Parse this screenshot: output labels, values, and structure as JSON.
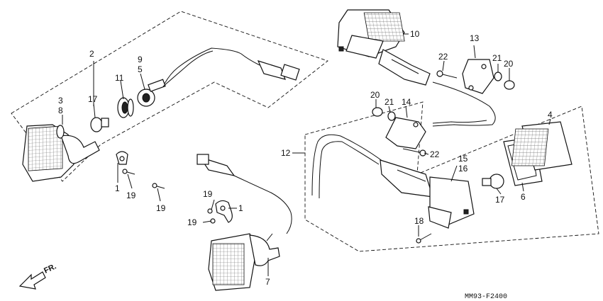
{
  "diagram": {
    "code": "MM93-F2400",
    "direction": "FR."
  },
  "labels": [
    {
      "key": "l2",
      "text": "2"
    },
    {
      "key": "l3",
      "text": "3"
    },
    {
      "key": "l8",
      "text": "8"
    },
    {
      "key": "l17a",
      "text": "17"
    },
    {
      "key": "l11",
      "text": "11"
    },
    {
      "key": "l9",
      "text": "9"
    },
    {
      "key": "l5",
      "text": "5"
    },
    {
      "key": "l1a",
      "text": "1"
    },
    {
      "key": "l19a",
      "text": "19"
    },
    {
      "key": "l19b",
      "text": "19"
    },
    {
      "key": "l19c",
      "text": "19"
    },
    {
      "key": "l1b",
      "text": "1"
    },
    {
      "key": "l19d",
      "text": "19"
    },
    {
      "key": "l7",
      "text": "7"
    },
    {
      "key": "l10",
      "text": "10"
    },
    {
      "key": "l13",
      "text": "13"
    },
    {
      "key": "l22a",
      "text": "22"
    },
    {
      "key": "l21a",
      "text": "21"
    },
    {
      "key": "l20a",
      "text": "20"
    },
    {
      "key": "l20b",
      "text": "20"
    },
    {
      "key": "l21b",
      "text": "21"
    },
    {
      "key": "l14",
      "text": "14"
    },
    {
      "key": "l22b",
      "text": "22"
    },
    {
      "key": "l12",
      "text": "12"
    },
    {
      "key": "l15",
      "text": "15"
    },
    {
      "key": "l16",
      "text": "16"
    },
    {
      "key": "l4",
      "text": "4"
    },
    {
      "key": "l6",
      "text": "6"
    },
    {
      "key": "l17b",
      "text": "17"
    },
    {
      "key": "l18",
      "text": "18"
    }
  ]
}
